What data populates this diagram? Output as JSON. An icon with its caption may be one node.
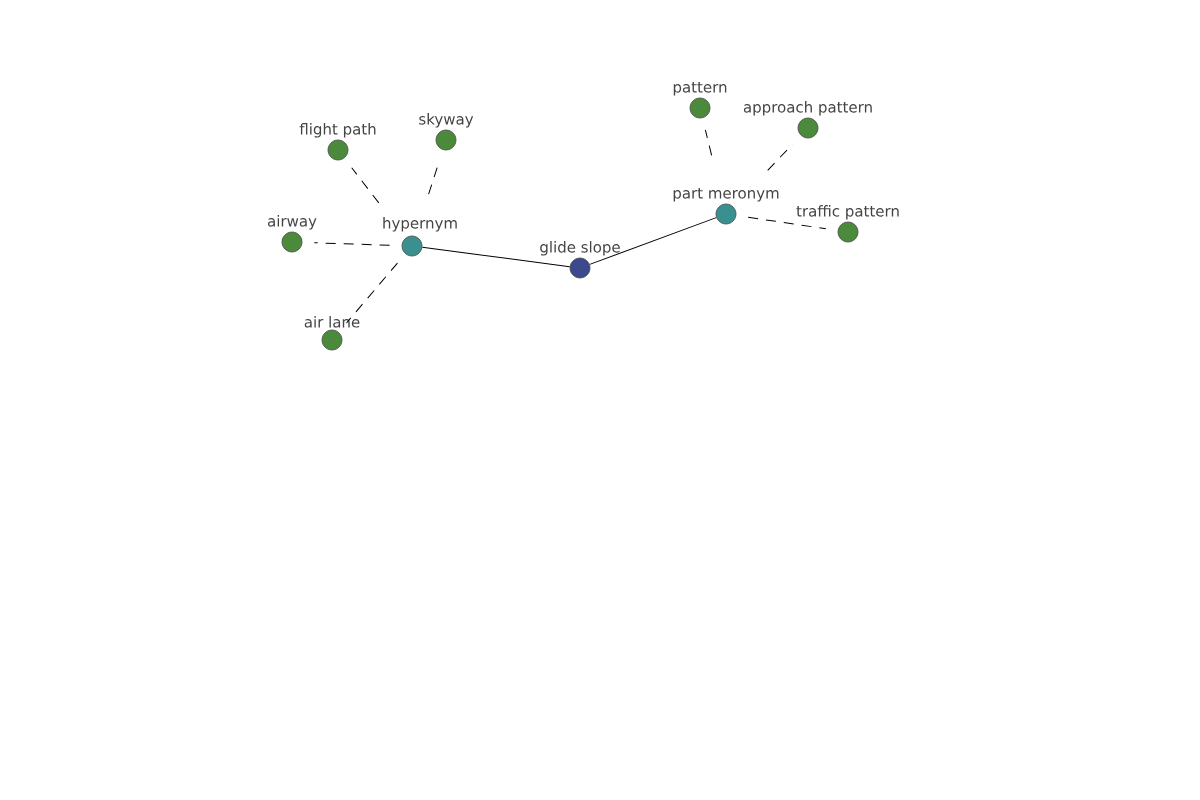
{
  "diagram": {
    "nodes": [
      {
        "text": [
          "glide slope"
        ]
      },
      {
        "text": [
          "hypernym"
        ]
      },
      {
        "text": [
          "part meronym"
        ]
      },
      {
        "text": [
          "flight path"
        ]
      },
      {
        "text": [
          "skyway"
        ]
      },
      {
        "text": [
          "airway"
        ]
      },
      {
        "text": [
          "air lane"
        ]
      },
      {
        "text": [
          "pattern"
        ]
      },
      {
        "text": [
          "approach pattern"
        ]
      },
      {
        "text": [
          "traffic pattern"
        ]
      }
    ],
    "edges": [
      {
        "from": 0,
        "to": 1,
        "arrow": "none"
      },
      {
        "from": 0,
        "to": 2,
        "arrow": "none"
      },
      {
        "from": 1,
        "to": 3,
        "arrow": "none",
        "style": "dashed"
      },
      {
        "from": 1,
        "to": 4,
        "arrow": "none",
        "style": "dashed"
      },
      {
        "from": 1,
        "to": 5,
        "arrow": "none",
        "style": "dashed"
      },
      {
        "from": 1,
        "to": 6,
        "arrow": "none",
        "style": "dashed"
      },
      {
        "from": 2,
        "to": 7,
        "arrow": "none",
        "style": "dashed"
      },
      {
        "from": 2,
        "to": 8,
        "arrow": "none",
        "style": "dashed"
      },
      {
        "from": 2,
        "to": 9,
        "arrow": "none",
        "style": "dashed"
      }
    ]
  }
}
